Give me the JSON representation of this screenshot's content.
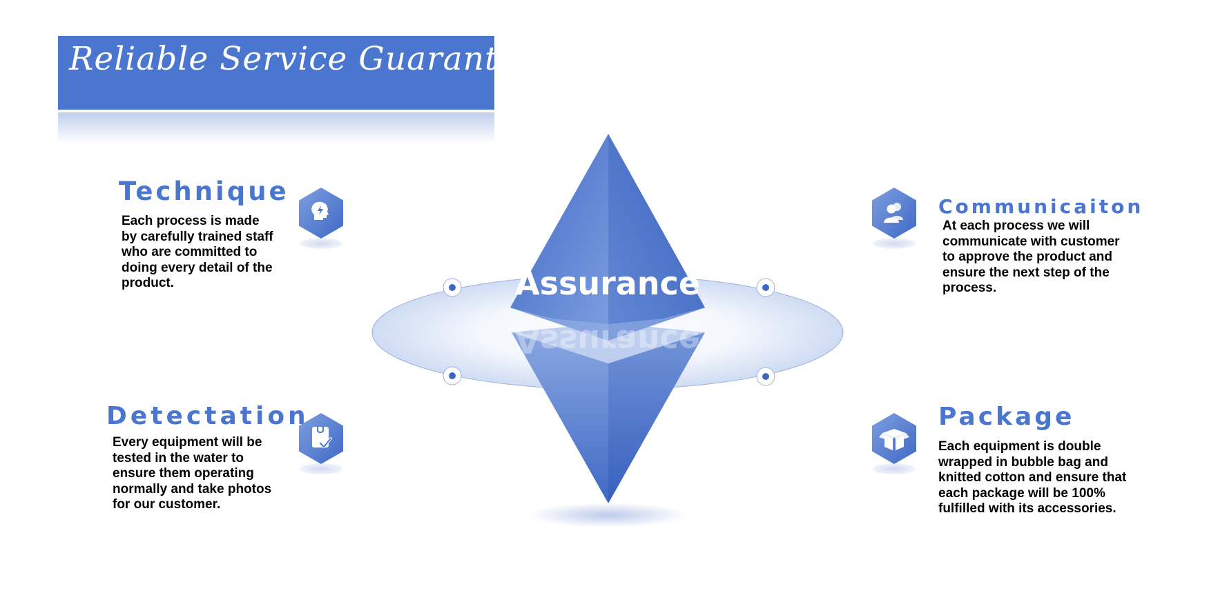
{
  "title": "Reliable Service Guarantee",
  "center_label": "Assurance",
  "colors": {
    "accent": "#4a76cf",
    "text": "#000000"
  },
  "items": [
    {
      "heading": "Technique",
      "icon": "lightbulb-head-icon",
      "lines": [
        "Each process is made",
        "by carefully trained staff",
        "who are committed to",
        "doing every detail of the",
        "product."
      ]
    },
    {
      "heading": "Communicaiton",
      "icon": "users-icon",
      "lines": [
        "At each process we will",
        "communicate with customer",
        "to approve the product and",
        "ensure the next step of the",
        "process."
      ]
    },
    {
      "heading": "Detectation",
      "icon": "clipboard-check-icon",
      "lines": [
        "Every equipment will be",
        "tested in the water to",
        "ensure them operating",
        "normally and take photos",
        "for our customer."
      ]
    },
    {
      "heading": "Package",
      "icon": "box-icon",
      "lines": [
        "Each equipment is double",
        "wrapped in bubble bag and",
        "knitted cotton and ensure that",
        "each package will be 100%",
        "fulfilled with its accessories."
      ]
    }
  ]
}
